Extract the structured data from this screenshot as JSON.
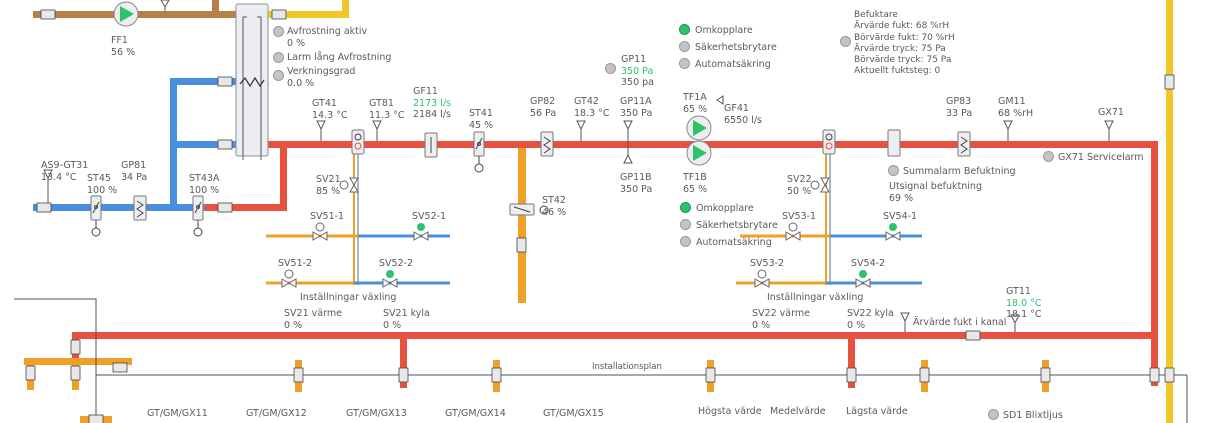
{
  "colors": {
    "supply": "#e8513f",
    "outdoor": "#4a8fdc",
    "exhaust": "#b5804a",
    "extract": "#f0c928",
    "heating": "#f0a028",
    "active_green": "#2ec36a",
    "setpoint_green": "#2fbf6a",
    "inactive_gray": "#c4c4c4"
  },
  "exhaust_fan": {
    "name": "FF1",
    "value": "56 %"
  },
  "defrost": {
    "active": {
      "label": "Avfrostning aktiv",
      "value": "0 %"
    },
    "long_alarm": {
      "label": "Larm lång Avfrostning"
    },
    "efficiency": {
      "label": "Verkningsgrad",
      "value": "0.0 %"
    }
  },
  "outdoor": {
    "as9_gt31": {
      "name": "AS9-GT31",
      "value": "13.4 °C"
    },
    "st45": {
      "name": "ST45",
      "value": "100 %"
    },
    "gp81": {
      "name": "GP81",
      "value": "34 Pa"
    },
    "st43a": {
      "name": "ST43A",
      "value": "100 %"
    }
  },
  "supply": {
    "gt41": {
      "name": "GT41",
      "value": "14.3 °C"
    },
    "gt81": {
      "name": "GT81",
      "value": "11.3 °C"
    },
    "gf11": {
      "name": "GF11",
      "setpoint": "2173 l/s",
      "value": "2184 l/s"
    },
    "st41": {
      "name": "ST41",
      "value": "45 %"
    },
    "gp82": {
      "name": "GP82",
      "value": "56 Pa"
    },
    "gt42": {
      "name": "GT42",
      "value": "18.3 °C"
    },
    "gp11a": {
      "name": "GP11A",
      "value": "350 Pa"
    },
    "gp11b": {
      "name": "GP11B",
      "value": "350 Pa"
    },
    "gp11": {
      "name": "GP11",
      "setpoint": "350 Pa",
      "value": "350 pa"
    },
    "st42": {
      "name": "ST42",
      "value": "46 %"
    },
    "tf1a": {
      "name": "TF1A",
      "value": "65 %"
    },
    "tf1b": {
      "name": "TF1B",
      "value": "65 %"
    },
    "gf41": {
      "name": "GF41",
      "value": "6550 l/s"
    },
    "gp83": {
      "name": "GP83",
      "value": "33 Pa"
    },
    "gm11": {
      "name": "GM11",
      "value": "68 %rH"
    },
    "gx71": {
      "name": "GX71"
    },
    "gx71_alarm": "GX71 Servicelarm",
    "gt11": {
      "name": "GT11",
      "setpoint": "18.0 °C",
      "value": "18.1 °C"
    },
    "humidity_in_duct": "Ärvärde fukt i kanal"
  },
  "fan_status_top": [
    {
      "label": "Omkopplare",
      "on": true
    },
    {
      "label": "Säkerhetsbrytare",
      "on": false
    },
    {
      "label": "Automatsäkring",
      "on": false
    }
  ],
  "fan_status_bottom": [
    {
      "label": "Omkopplare",
      "on": true
    },
    {
      "label": "Säkerhetsbrytare",
      "on": false
    },
    {
      "label": "Automatsäkring",
      "on": false
    }
  ],
  "humidifier": {
    "title": "Befuktare",
    "lines": [
      "Ärvärde fukt: 68 %rH",
      "Börvärde fukt: 70 %rH",
      "Ärvärde tryck: 75 Pa",
      "Börvärde tryck: 75 Pa",
      "Aktuellt fuktsteg: 0"
    ],
    "sum_alarm": "Summalarm Befuktning",
    "output_label": "Utsignal befuktning",
    "output_value": "69 %"
  },
  "coil1": {
    "valve": {
      "name": "SV21",
      "value": "85 %"
    },
    "sv51_1": "SV51-1",
    "sv52_1": "SV52-1",
    "sv51_2": "SV51-2",
    "sv52_2": "SV52-2",
    "settings": "Inställningar växling",
    "heat": {
      "label": "SV21 värme",
      "value": "0 %"
    },
    "cool": {
      "label": "SV21 kyla",
      "value": "0 %"
    }
  },
  "coil2": {
    "valve": {
      "name": "SV22",
      "value": "50 %"
    },
    "sv53_1": "SV53-1",
    "sv54_1": "SV54-1",
    "sv53_2": "SV53-2",
    "sv54_2": "SV54-2",
    "settings": "Inställningar växling",
    "heat": {
      "label": "SV22 värme",
      "value": "0 %"
    },
    "cool": {
      "label": "SV22 kyla",
      "value": "0 %"
    }
  },
  "installation_plan": "Installationsplan",
  "zones": [
    "GT/GM/GX11",
    "GT/GM/GX12",
    "GT/GM/GX13",
    "GT/GM/GX14",
    "GT/GM/GX15"
  ],
  "summary": {
    "highest": "Högsta värde",
    "mean": "Medelvärde",
    "lowest": "Lägsta värde",
    "strobe": "SD1 Blixtljus"
  }
}
